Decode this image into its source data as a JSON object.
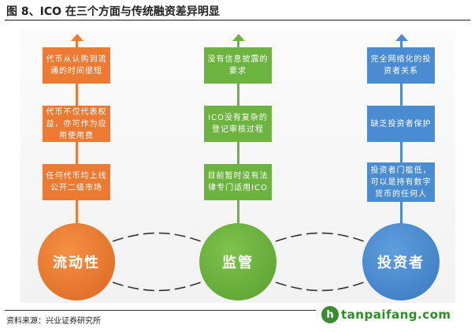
{
  "title": "图 8、ICO 在三个方面与传统融资差异明显",
  "columns": [
    {
      "circle_label": "流动性",
      "boxes": [
        "代币从认购到流通的时间很短",
        "代币不仅代表权益，亦可作为应用使用费",
        "任何代币均上线公开二级市场"
      ]
    },
    {
      "circle_label": "监管",
      "boxes": [
        "没有信息披露的要求",
        "ICO没有复杂的登记审核过程",
        "目前暂时没有法律专门适用ICO"
      ]
    },
    {
      "circle_label": "投资者",
      "boxes": [
        "完全网络化的投资者关系",
        "缺乏投资者保护",
        "投资者门槛低，可以是持有数字货币的任何人"
      ]
    }
  ],
  "source": "资料来源：兴业证券研究所",
  "watermark": {
    "badge": "h",
    "text": "tanpaifang.com"
  },
  "colors": {
    "orange": "#ec7a33",
    "green": "#6cb33f",
    "blue": "#4a8cd1"
  }
}
